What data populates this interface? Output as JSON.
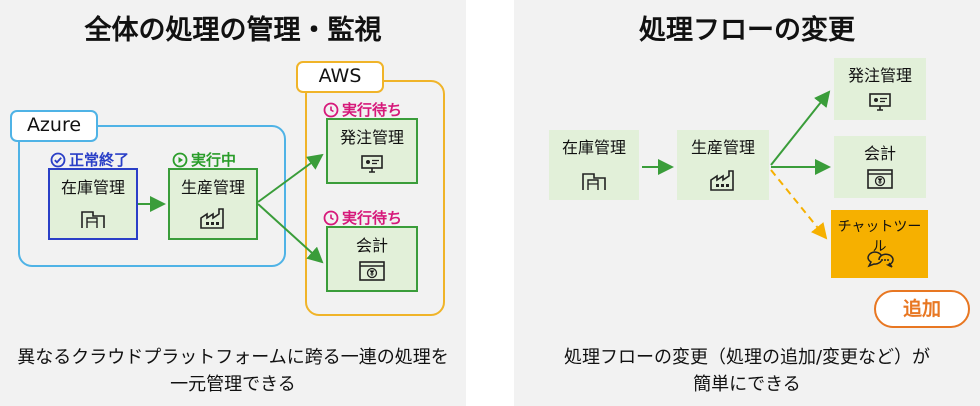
{
  "left": {
    "title": "全体の処理の管理・監視",
    "caption_line1": "異なるクラウドプラットフォームに跨る一連の処理を",
    "caption_line2": "一元管理できる",
    "azure_label": "Azure",
    "aws_label": "AWS",
    "nodes": {
      "inventory": {
        "label": "在庫管理",
        "status": "正常終了"
      },
      "production": {
        "label": "生産管理",
        "status": "実行中"
      },
      "ordering": {
        "label": "発注管理",
        "status": "実行待ち"
      },
      "accounting": {
        "label": "会計",
        "status": "実行待ち"
      }
    }
  },
  "right": {
    "title": "処理フローの変更",
    "caption_line1": "処理フローの変更（処理の追加/変更など）が",
    "caption_line2": "簡単にできる",
    "nodes": {
      "inventory": {
        "label": "在庫管理"
      },
      "production": {
        "label": "生産管理"
      },
      "ordering": {
        "label": "発注管理"
      },
      "accounting": {
        "label": "会計"
      },
      "chattool": {
        "label": "チャットツール"
      }
    },
    "badge": "追加"
  },
  "colors": {
    "azure_border": "#4fb3e6",
    "aws_border": "#f0b429",
    "node_fill": "#e2f0d9",
    "node_border": "#3a9d3a",
    "arrow": "#3a9d3a",
    "added_arrow": "#f6b000",
    "status_done": "#2a3fc7",
    "status_running": "#2a9d2a",
    "status_waiting": "#d6187a",
    "badge": "#e87722"
  }
}
